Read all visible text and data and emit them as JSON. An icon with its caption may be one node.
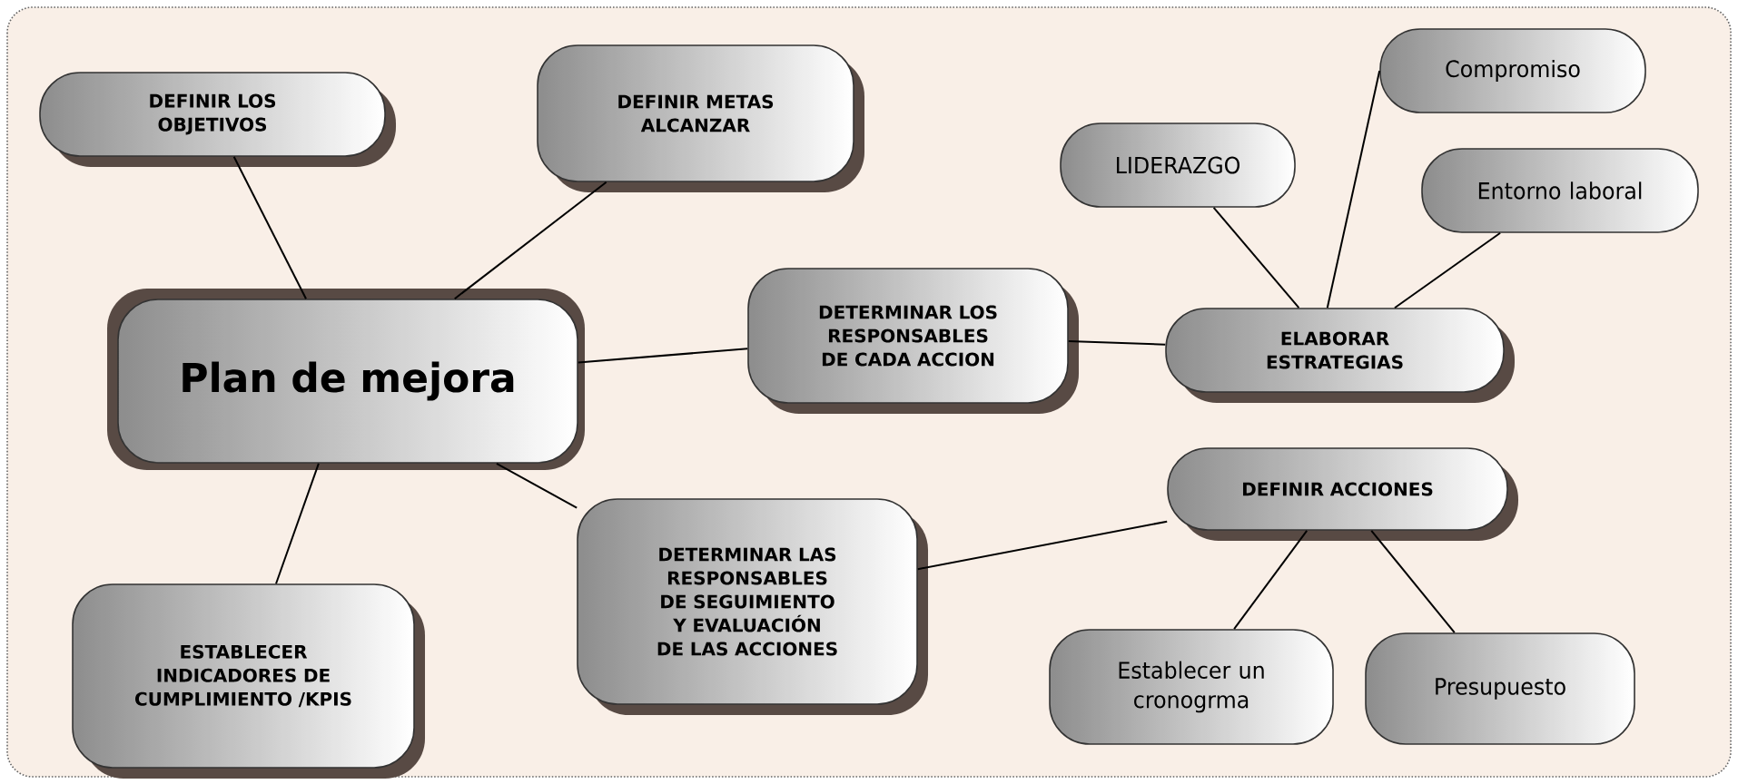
{
  "diagram": {
    "nodes": [
      {
        "text": [
          "Plan de mejora"
        ]
      },
      {
        "text": [
          "DEFINIR LOS OBJETIVOS"
        ]
      },
      {
        "text": [
          "DEFINIR METAS ALCANZAR"
        ]
      },
      {
        "text": [
          "DETERMINAR LOS RESPONSABLES DE CADA ACCION"
        ]
      },
      {
        "text": [
          "DETERMINAR LAS RESPONSABLES DE SEGUIMIENTO Y EVALUACIÓN DE LAS ACCIONES"
        ]
      },
      {
        "text": [
          "ESTABLECER INDICADORES DE CUMPLIMIENTO /KPIS"
        ]
      },
      {
        "text": [
          "ELABORAR ESTRATEGIAS"
        ]
      },
      {
        "text": [
          "LIDERAZGO"
        ]
      },
      {
        "text": [
          "Compromiso"
        ]
      },
      {
        "text": [
          "Entorno laboral"
        ]
      },
      {
        "text": [
          "DEFINIR ACCIONES"
        ]
      },
      {
        "text": [
          "Establecer un cronogrma"
        ]
      },
      {
        "text": [
          "Presupuesto"
        ]
      }
    ],
    "edges": [
      {
        "from": 0,
        "to": 1,
        "arrow": "none"
      },
      {
        "from": 0,
        "to": 2,
        "arrow": "none"
      },
      {
        "from": 0,
        "to": 3,
        "arrow": "none"
      },
      {
        "from": 0,
        "to": 4,
        "arrow": "none"
      },
      {
        "from": 0,
        "to": 5,
        "arrow": "none"
      },
      {
        "from": 3,
        "to": 6,
        "arrow": "none"
      },
      {
        "from": 6,
        "to": 7,
        "arrow": "none"
      },
      {
        "from": 6,
        "to": 8,
        "arrow": "none"
      },
      {
        "from": 6,
        "to": 9,
        "arrow": "none"
      },
      {
        "from": 4,
        "to": 10,
        "arrow": "none"
      },
      {
        "from": 10,
        "to": 11,
        "arrow": "none"
      },
      {
        "from": 10,
        "to": 12,
        "arrow": "none"
      }
    ]
  }
}
